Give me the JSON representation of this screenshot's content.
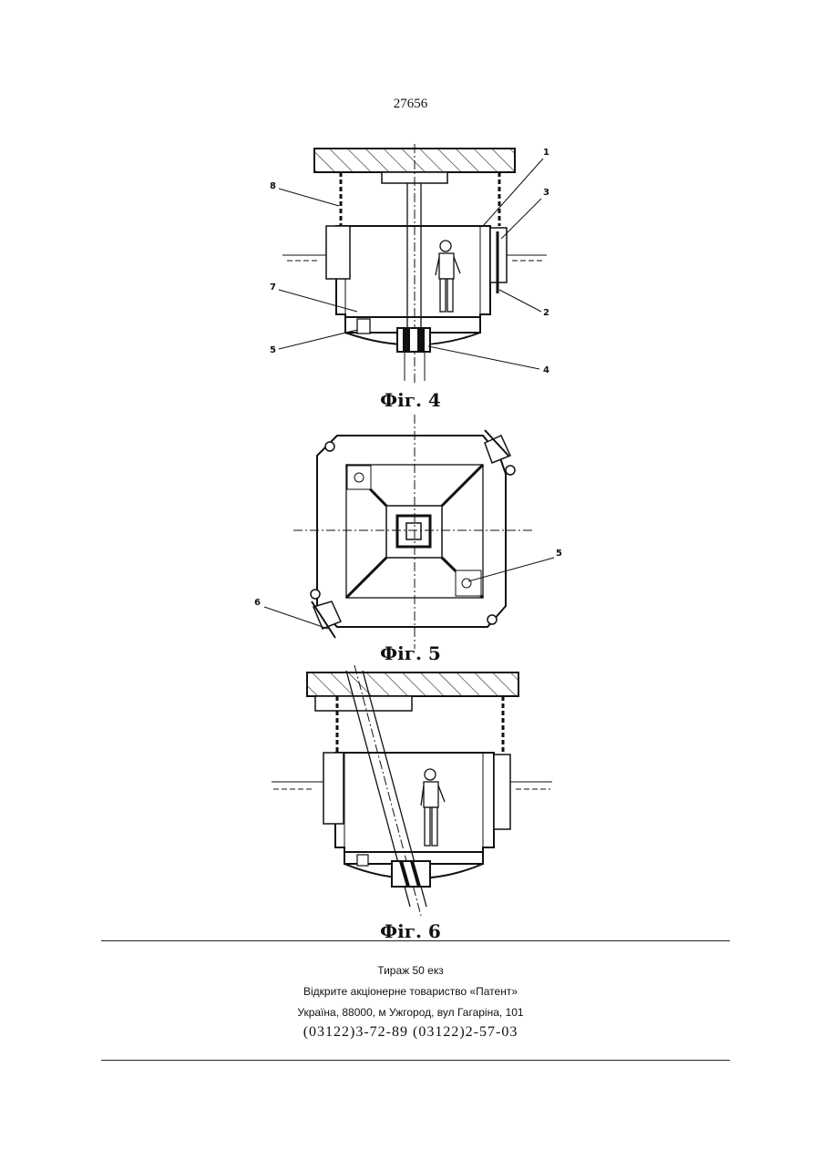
{
  "page_number": "27656",
  "figures": [
    {
      "caption": "Фіг. 4",
      "callouts": [
        "1",
        "2",
        "3",
        "4",
        "5",
        "7",
        "8"
      ]
    },
    {
      "caption": "Фіг. 5",
      "callouts": [
        "5",
        "6"
      ]
    },
    {
      "caption": "Фіг. 6",
      "callouts": []
    }
  ],
  "footer": {
    "circulation": "Тираж 50 екз",
    "publisher": "Відкрите акціонерне товариство «Патент»",
    "address": "Україна, 88000, м Ужгород, вул Гагаріна, 101",
    "phones": "(03122)3-72-89 (03122)2-57-03"
  }
}
